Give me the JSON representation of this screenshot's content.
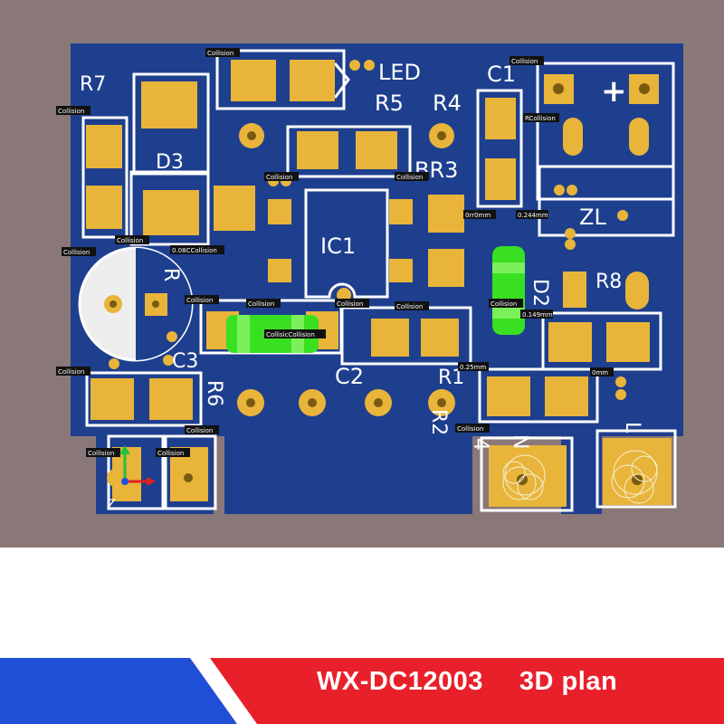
{
  "board": {
    "name": "WX-DC12003",
    "view": "3D",
    "view_suffix": "plan"
  },
  "designators": {
    "R7": "R7",
    "D3": "D3",
    "LED": "LED",
    "R5": "R5",
    "R4": "R4",
    "C1": "C1",
    "plus": "+",
    "BR3": "BR3",
    "IC1": "IC1",
    "ZL": "ZL",
    "R8": "R8",
    "D2": "D2",
    "C3": "C3",
    "R6": "R6",
    "C2": "C2",
    "R1": "R1",
    "R2": "R2",
    "R_partial": "R",
    "N": "N",
    "L": "L",
    "num4": "4"
  },
  "violations": {
    "collision": "Collision",
    "collision_pair": "CollisicCollision",
    "collision_r": "Collision",
    "cc": "0.08CCollision",
    "clearances": [
      "0rr0mm",
      "0.244mm",
      "0.149mm",
      "0.25mm",
      "0mm"
    ],
    "rcollision": "RCollision"
  },
  "axes": {
    "z": "Z"
  },
  "colors": {
    "background": "#8a7878",
    "board": "#1e3f8e",
    "pad": "#e8b43a",
    "silkscreen": "#ffffff",
    "highlight": "#39e022",
    "banner_red": "#e8202a",
    "banner_blue": "#1f4fd6"
  }
}
